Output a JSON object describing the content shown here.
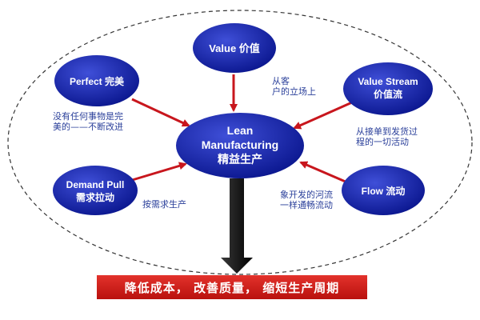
{
  "center": {
    "line1": "Lean",
    "line2": "Manufacturing",
    "line3": "精益生产"
  },
  "nodes": {
    "value": "Value 价值",
    "perfect": "Perfect  完美",
    "value_stream_line1": "Value Stream",
    "value_stream_line2": "价值流",
    "demand_pull_line1": "Demand Pull",
    "demand_pull_line2": "需求拉动",
    "flow": "Flow  流动"
  },
  "captions": {
    "value_line1": "从客",
    "value_line2": "户的立场上",
    "perfect_line1": "没有任何事物是完",
    "perfect_line2": "美的——不断改进",
    "value_stream_line1": "从接单到发货过",
    "value_stream_line2": "程的一切活动",
    "demand_pull": "按需求生产",
    "flow_line1": "象开发的河流",
    "flow_line2": "一样通畅流动"
  },
  "banner": {
    "text": "降低成本， 改善质量， 缩短生产周期"
  },
  "colors": {
    "node_blue": "#0d1a9e",
    "arrow_red": "#c8161d",
    "text_blue": "#2a3f9a",
    "banner_red": "#d2201c"
  }
}
